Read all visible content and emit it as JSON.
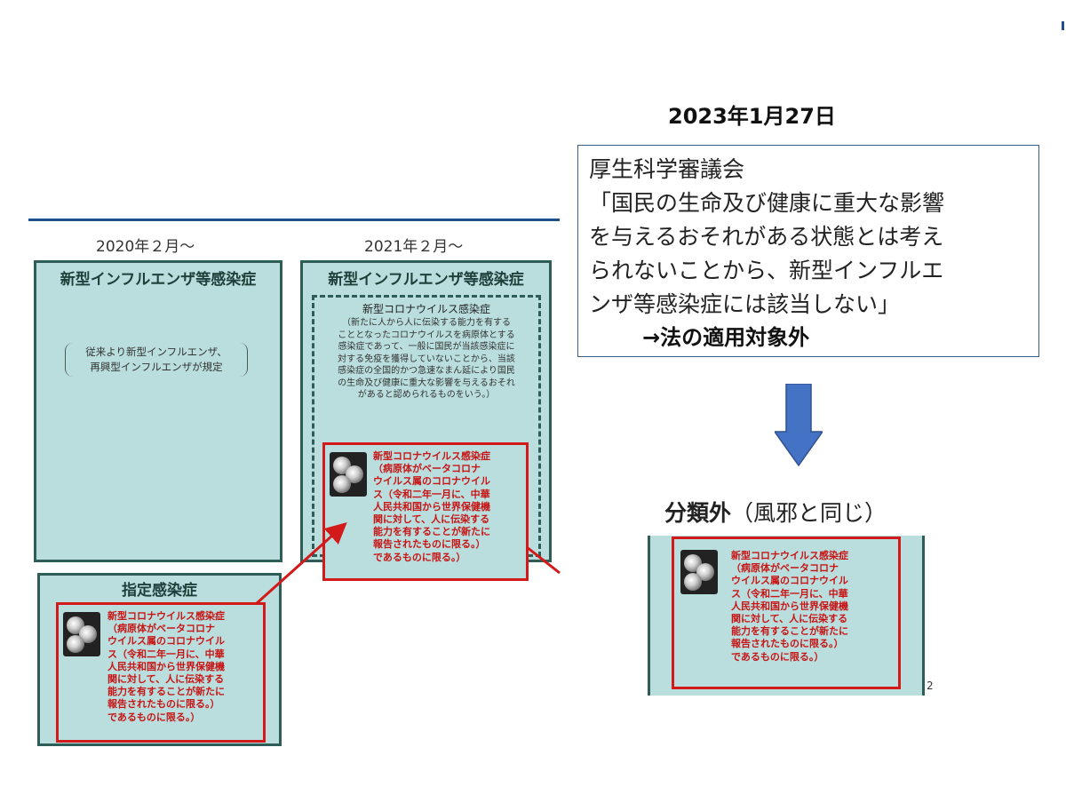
{
  "left": {
    "period_2020": "2020年２月～",
    "period_2021": "2021年２月～",
    "panel_2020_title": "新型インフルエンザ等感染症",
    "panel_2020_note": [
      "従来より新型インフルエンザ、",
      "再興型インフルエンザが規定"
    ],
    "panel_2021_title": "新型インフルエンザ等感染症",
    "dashed_title": "新型コロナウイルス感染症",
    "dashed_definition": [
      "（新たに人から人に伝染する能力を有する",
      "こととなったコロナウイルスを病原体とする",
      "感染症であって、一般に国民が当該感染症に",
      "対する免疫を獲得していないことから、当該",
      "感染症の全国的かつ急速なまん延により国民",
      "の生命及び健康に重大な影響を与えるおそれ",
      "があると認められるものをいう。）"
    ],
    "designated_title": "指定感染症"
  },
  "covid_definition": [
    "新型コロナウイルス感染症",
    "（病原体がベータコロナ",
    "ウイルス属のコロナウイル",
    "ス（令和二年一月に、中華",
    "人民共和国から世界保健機",
    "関に対して、人に伝染する",
    "能力を有することが新たに",
    "報告されたものに限る。）",
    "であるものに限る。）"
  ],
  "right": {
    "date": "2023年1月27日",
    "quote_lines": [
      "厚生科学審議会",
      "「国民の生命及び健康に重大な影響",
      "を与えるおそれがある状態とは考え",
      "られないことから、新型インフルエ",
      "ンザ等感染症には該当しない」"
    ],
    "quote_result": "→法の適用対象外",
    "class_bold": "分類外",
    "class_paren": "（風邪と同じ）",
    "page_number": "2"
  },
  "colors": {
    "panel_fill": "#b9dedd",
    "panel_border": "#2e5d57",
    "red": "#d21a1a",
    "arrow_blue": "#4472c4"
  },
  "icons": [
    "virus-image",
    "down-arrow-icon",
    "red-arrow"
  ]
}
